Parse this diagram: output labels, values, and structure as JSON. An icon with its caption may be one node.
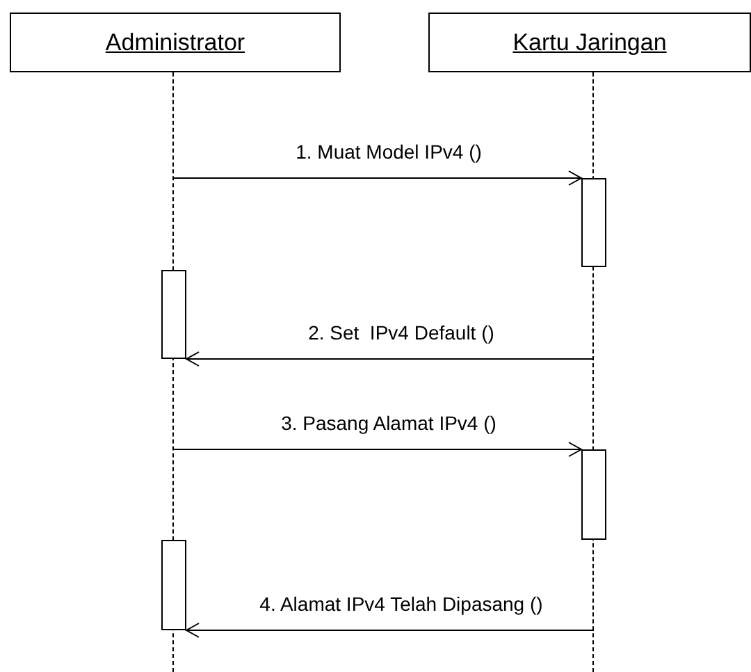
{
  "diagram": {
    "nodes": [
      {
        "text": [
          "Administrator"
        ]
      },
      {
        "text": [
          "Kartu Jaringan"
        ]
      },
      {
        "text": [],
        "shape": "line"
      },
      {
        "text": [],
        "shape": "line"
      },
      {
        "text": [],
        "shape": "bar"
      },
      {
        "text": [],
        "shape": "bar"
      },
      {
        "text": [],
        "shape": "bar"
      },
      {
        "text": [],
        "shape": "bar"
      }
    ],
    "edges": [
      {
        "from": 2,
        "to": 4,
        "arrow": "to",
        "label": "1. Muat Model IPv4 ()"
      },
      {
        "from": 3,
        "to": 5,
        "arrow": "to",
        "label": "2. Set  IPv4 Default ()"
      },
      {
        "from": 2,
        "to": 6,
        "arrow": "to",
        "label": "3. Pasang Alamat IPv4 ()"
      },
      {
        "from": 3,
        "to": 7,
        "arrow": "to",
        "label": "4. Alamat IPv4 Telah Dipasang ()"
      }
    ]
  }
}
